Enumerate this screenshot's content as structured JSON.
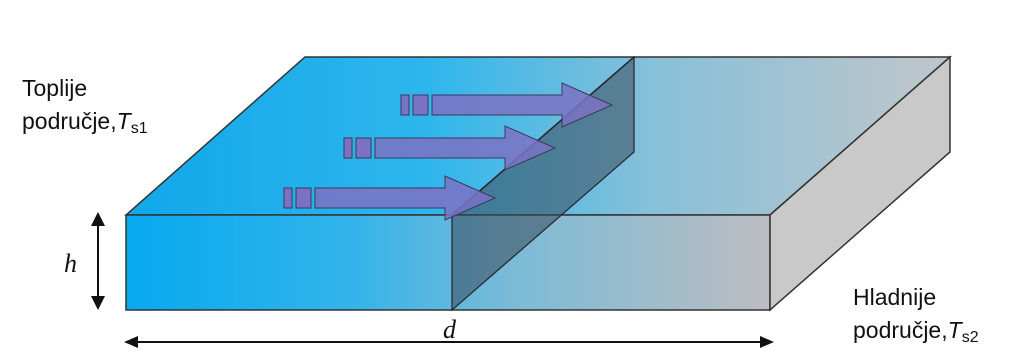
{
  "warm_region": {
    "line1": "Toplije",
    "line2_text": "područje,",
    "variable": "T",
    "subscript": "s1"
  },
  "cold_region": {
    "line1": "Hladnije",
    "line2_text": "područje,",
    "variable": "T",
    "subscript": "s2"
  },
  "dimensions": {
    "height_label": "h",
    "length_label": "d"
  },
  "colors": {
    "warm": "#1ab1ec",
    "cold": "#b9b9bd",
    "side_face": "#c8c8c8",
    "plane": "#3a4a5a",
    "arrow": "#7b72c4",
    "outline": "#333333"
  }
}
